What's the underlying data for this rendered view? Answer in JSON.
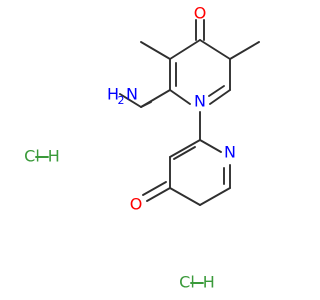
{
  "colors": {
    "background": "#ffffff",
    "bond": "#2f2f2f",
    "carbon": "#2f2f2f",
    "oxygen": "#ff0000",
    "nitrogen": "#0000ff",
    "chlorine": "#3a9a3a",
    "hydrogen": "#3a9a3a"
  },
  "labels": {
    "o_top": "O",
    "n_ring": "N",
    "amine_h": "H",
    "amine_2": "2",
    "amine_n": "N",
    "n_pyridine": "N",
    "o_bottom": "O",
    "hcl_1": "Cl–H",
    "hcl_2": "Cl–H"
  }
}
